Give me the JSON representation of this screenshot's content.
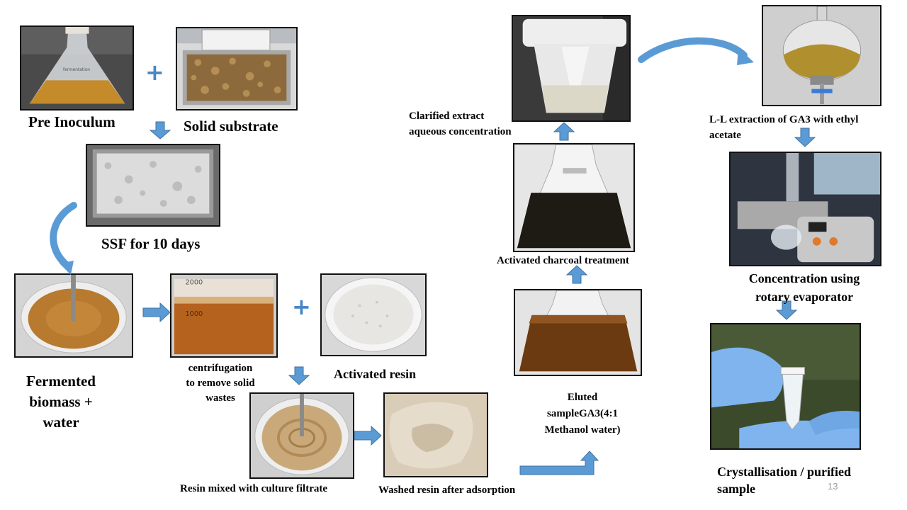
{
  "colors": {
    "arrow": "#5b9bd5",
    "arrow_outline": "#41719c",
    "plus": "#4a86c5",
    "border": "#111111"
  },
  "images": {
    "pre_inoculum": "conical flask with fermentation broth",
    "solid_substrate": "tray of solid substrate",
    "ssf": "tray of fermented substrate after SSF",
    "fermented_biomass": "beaker with fermented biomass and water being mixed",
    "centrifugation": "beaker of centrifuged broth",
    "activated_resin": "dish of activated resin",
    "resin_mixed": "resin being mixed with culture filtrate",
    "washed_resin": "washed resin after adsorption",
    "eluted": "flask with eluted sample",
    "charcoal": "flask after activated charcoal treatment",
    "clarified": "funnel with clarified extract",
    "ll_extraction": "separating funnel for L-L extraction",
    "rotary": "rotary evaporator",
    "crystal": "gloved hand holding tube with purified sample"
  },
  "icons": {
    "plus": "+"
  },
  "labels": {
    "pre_inoculum": "Pre Inoculum",
    "solid_substrate": "Solid substrate",
    "ssf": "SSF for 10 days",
    "fermented_1": "Fermented",
    "fermented_2": "biomass +",
    "fermented_3": "water",
    "centrifugation_1": "centrifugation",
    "centrifugation_2": "to remove solid",
    "centrifugation_3": "wastes",
    "activated_resin": "Activated resin",
    "resin_mixed": "Resin mixed with culture filtrate",
    "washed_resin": "Washed resin after adsorption",
    "eluted_1": "Eluted",
    "eluted_2": "sampleGA3(4:1",
    "eluted_3": "Methanol water)",
    "charcoal": "Activated charcoal treatment",
    "clarified_1": "Clarified extract",
    "clarified_2": "aqueous concentration",
    "ll_1": "L-L extraction of GA3 with ethyl",
    "ll_2": "acetate",
    "rotary_1": "Concentration  using",
    "rotary_2": "rotary  evaporator",
    "crystal_1": "Crystallisation  / purified",
    "crystal_2": "sample"
  },
  "page_number": "13"
}
